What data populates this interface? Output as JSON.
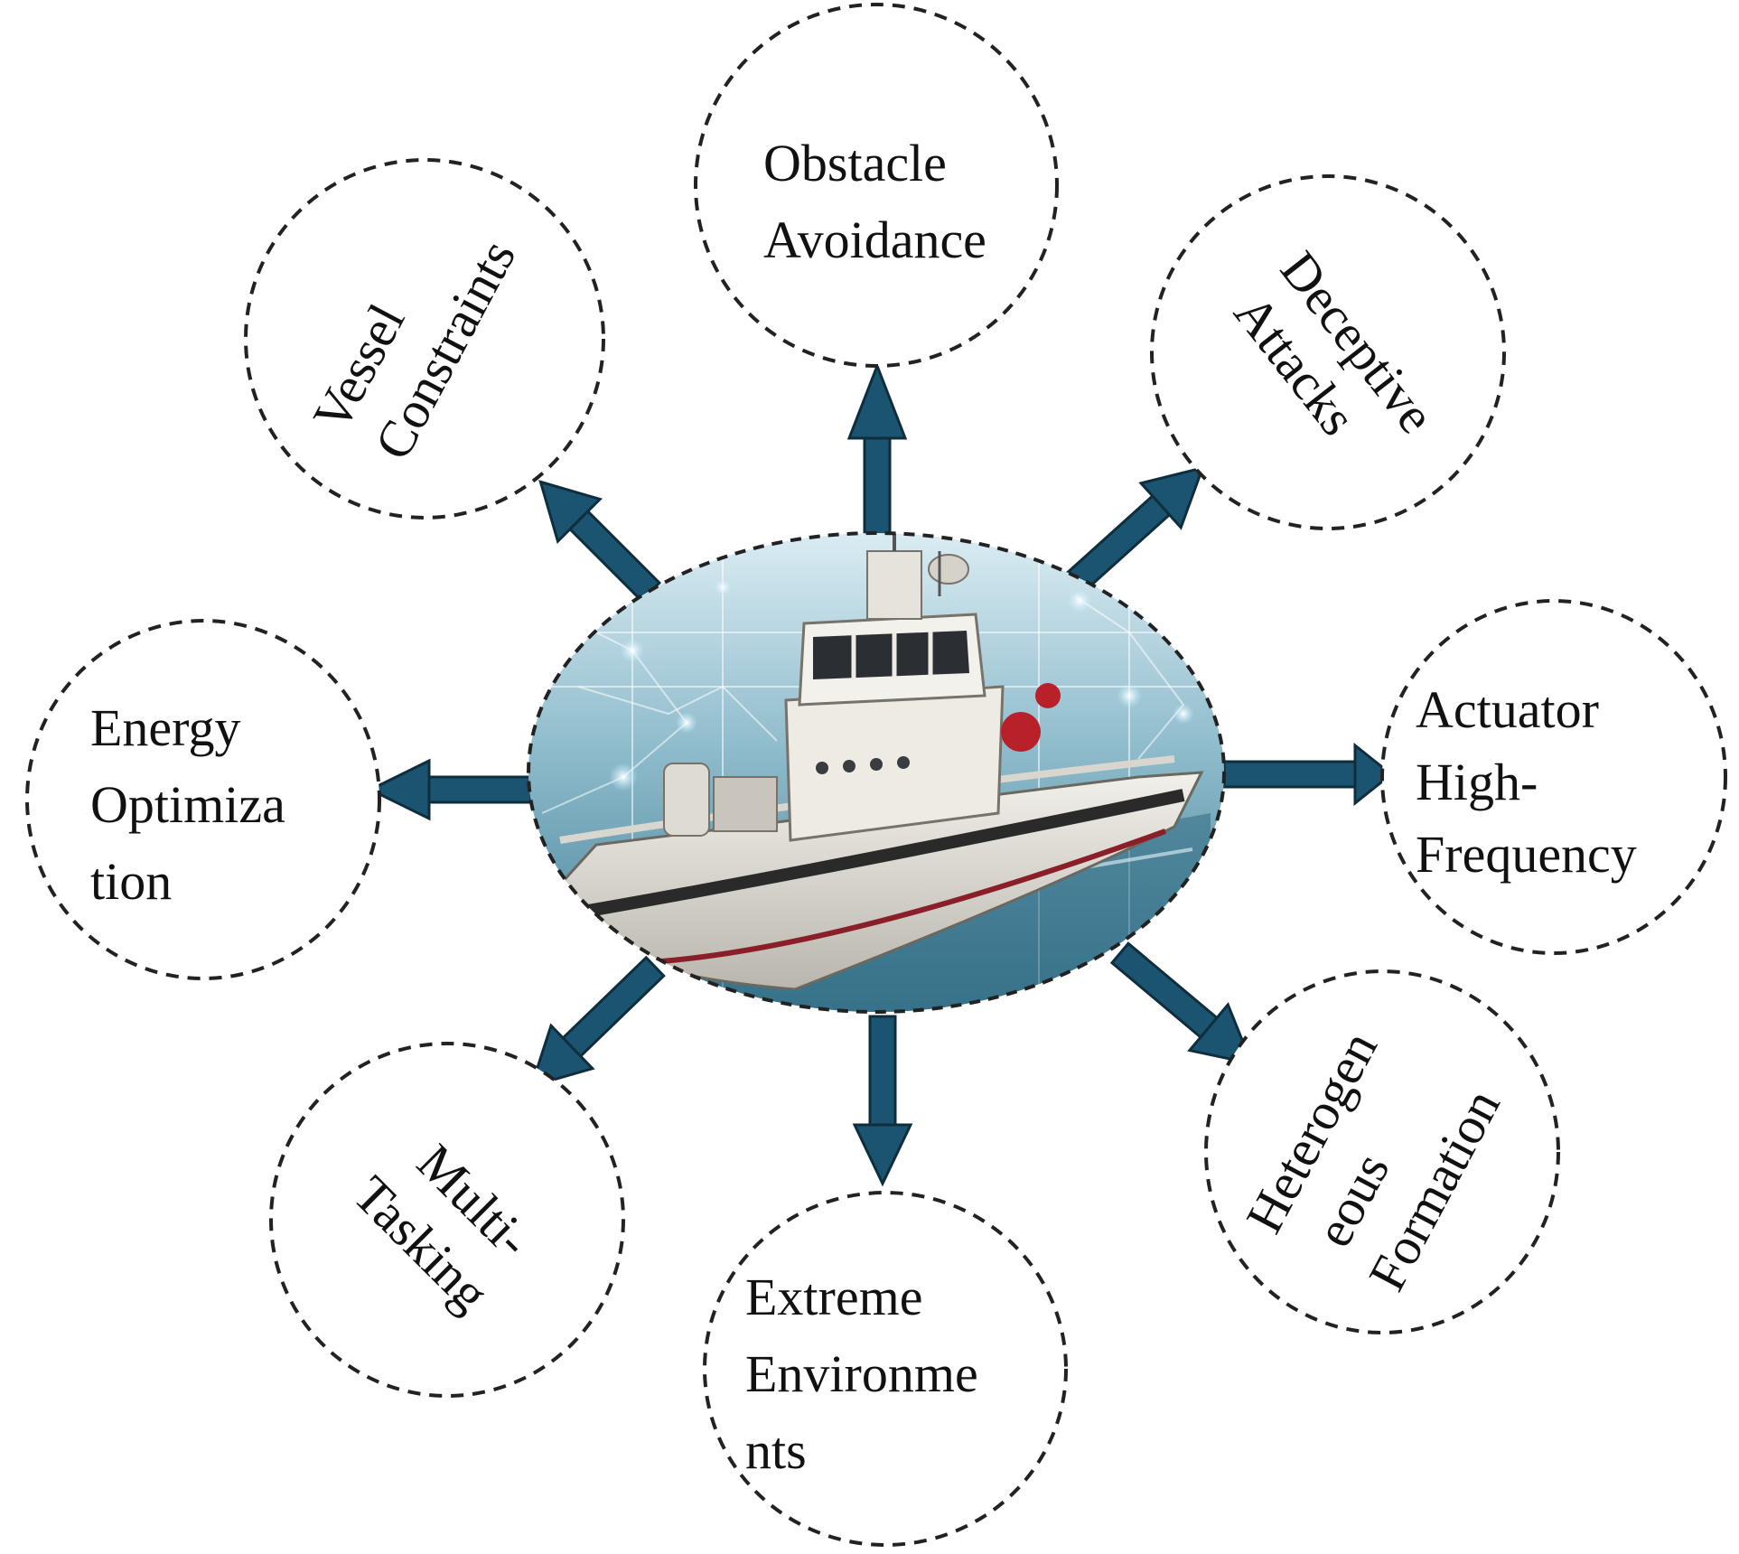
{
  "colors": {
    "arrow": "#1b5470",
    "circle_stroke": "#222222",
    "sea_light": "#cfe6ee",
    "sea_dark": "#3f7f98",
    "hull": "#e9e7e1",
    "hull_stripe": "#2a2a2a",
    "accent_red": "#b8202a"
  },
  "center": {
    "name": "ship-image",
    "icon": "unmanned-vessel-image"
  },
  "nodes": [
    {
      "id": "obstacle",
      "lines": [
        "Obstacle",
        "Avoidance"
      ]
    },
    {
      "id": "deceptive",
      "lines": [
        "Deceptive",
        "Attacks"
      ]
    },
    {
      "id": "actuator",
      "lines": [
        "Actuator",
        "High-",
        "Frequency"
      ]
    },
    {
      "id": "formation",
      "lines": [
        "Heterogen",
        "eous",
        "Formation"
      ]
    },
    {
      "id": "extreme",
      "lines": [
        "Extreme",
        "Environme",
        "nts"
      ]
    },
    {
      "id": "multitask",
      "lines": [
        "Multi-",
        "Tasking"
      ]
    },
    {
      "id": "energy",
      "lines": [
        "Energy",
        "Optimiza",
        "tion"
      ]
    },
    {
      "id": "vessel",
      "lines": [
        "Vessel",
        "Constraints"
      ]
    }
  ]
}
